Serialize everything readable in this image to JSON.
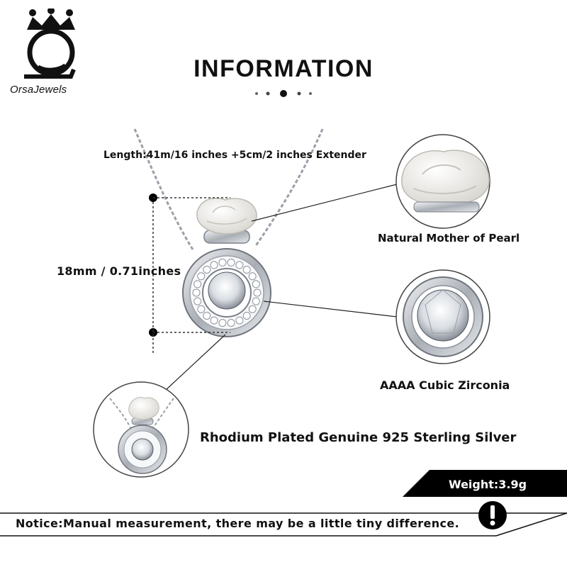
{
  "brand": {
    "name": "OrsaJewels",
    "accent": "#111111"
  },
  "header": {
    "title": "INFORMATION"
  },
  "specs": {
    "length": "Length:41m/16 inches +5cm/2 inches Extender",
    "size": "18mm / 0.71inches",
    "pearl": "Natural Mother of Pearl",
    "zirconia": "AAAA Cubic Zirconia",
    "material": "Rhodium Plated Genuine 925 Sterling Silver",
    "weight": "Weight:3.9g"
  },
  "notice": {
    "text": "Notice:Manual measurement, there may be a little tiny difference."
  },
  "icons": {
    "logo": "crown-logo-icon",
    "warning": "exclamation-icon"
  },
  "colors": {
    "banner": "#000000",
    "metal": "#c9cdd2",
    "pearl": "#f3f1ec"
  }
}
